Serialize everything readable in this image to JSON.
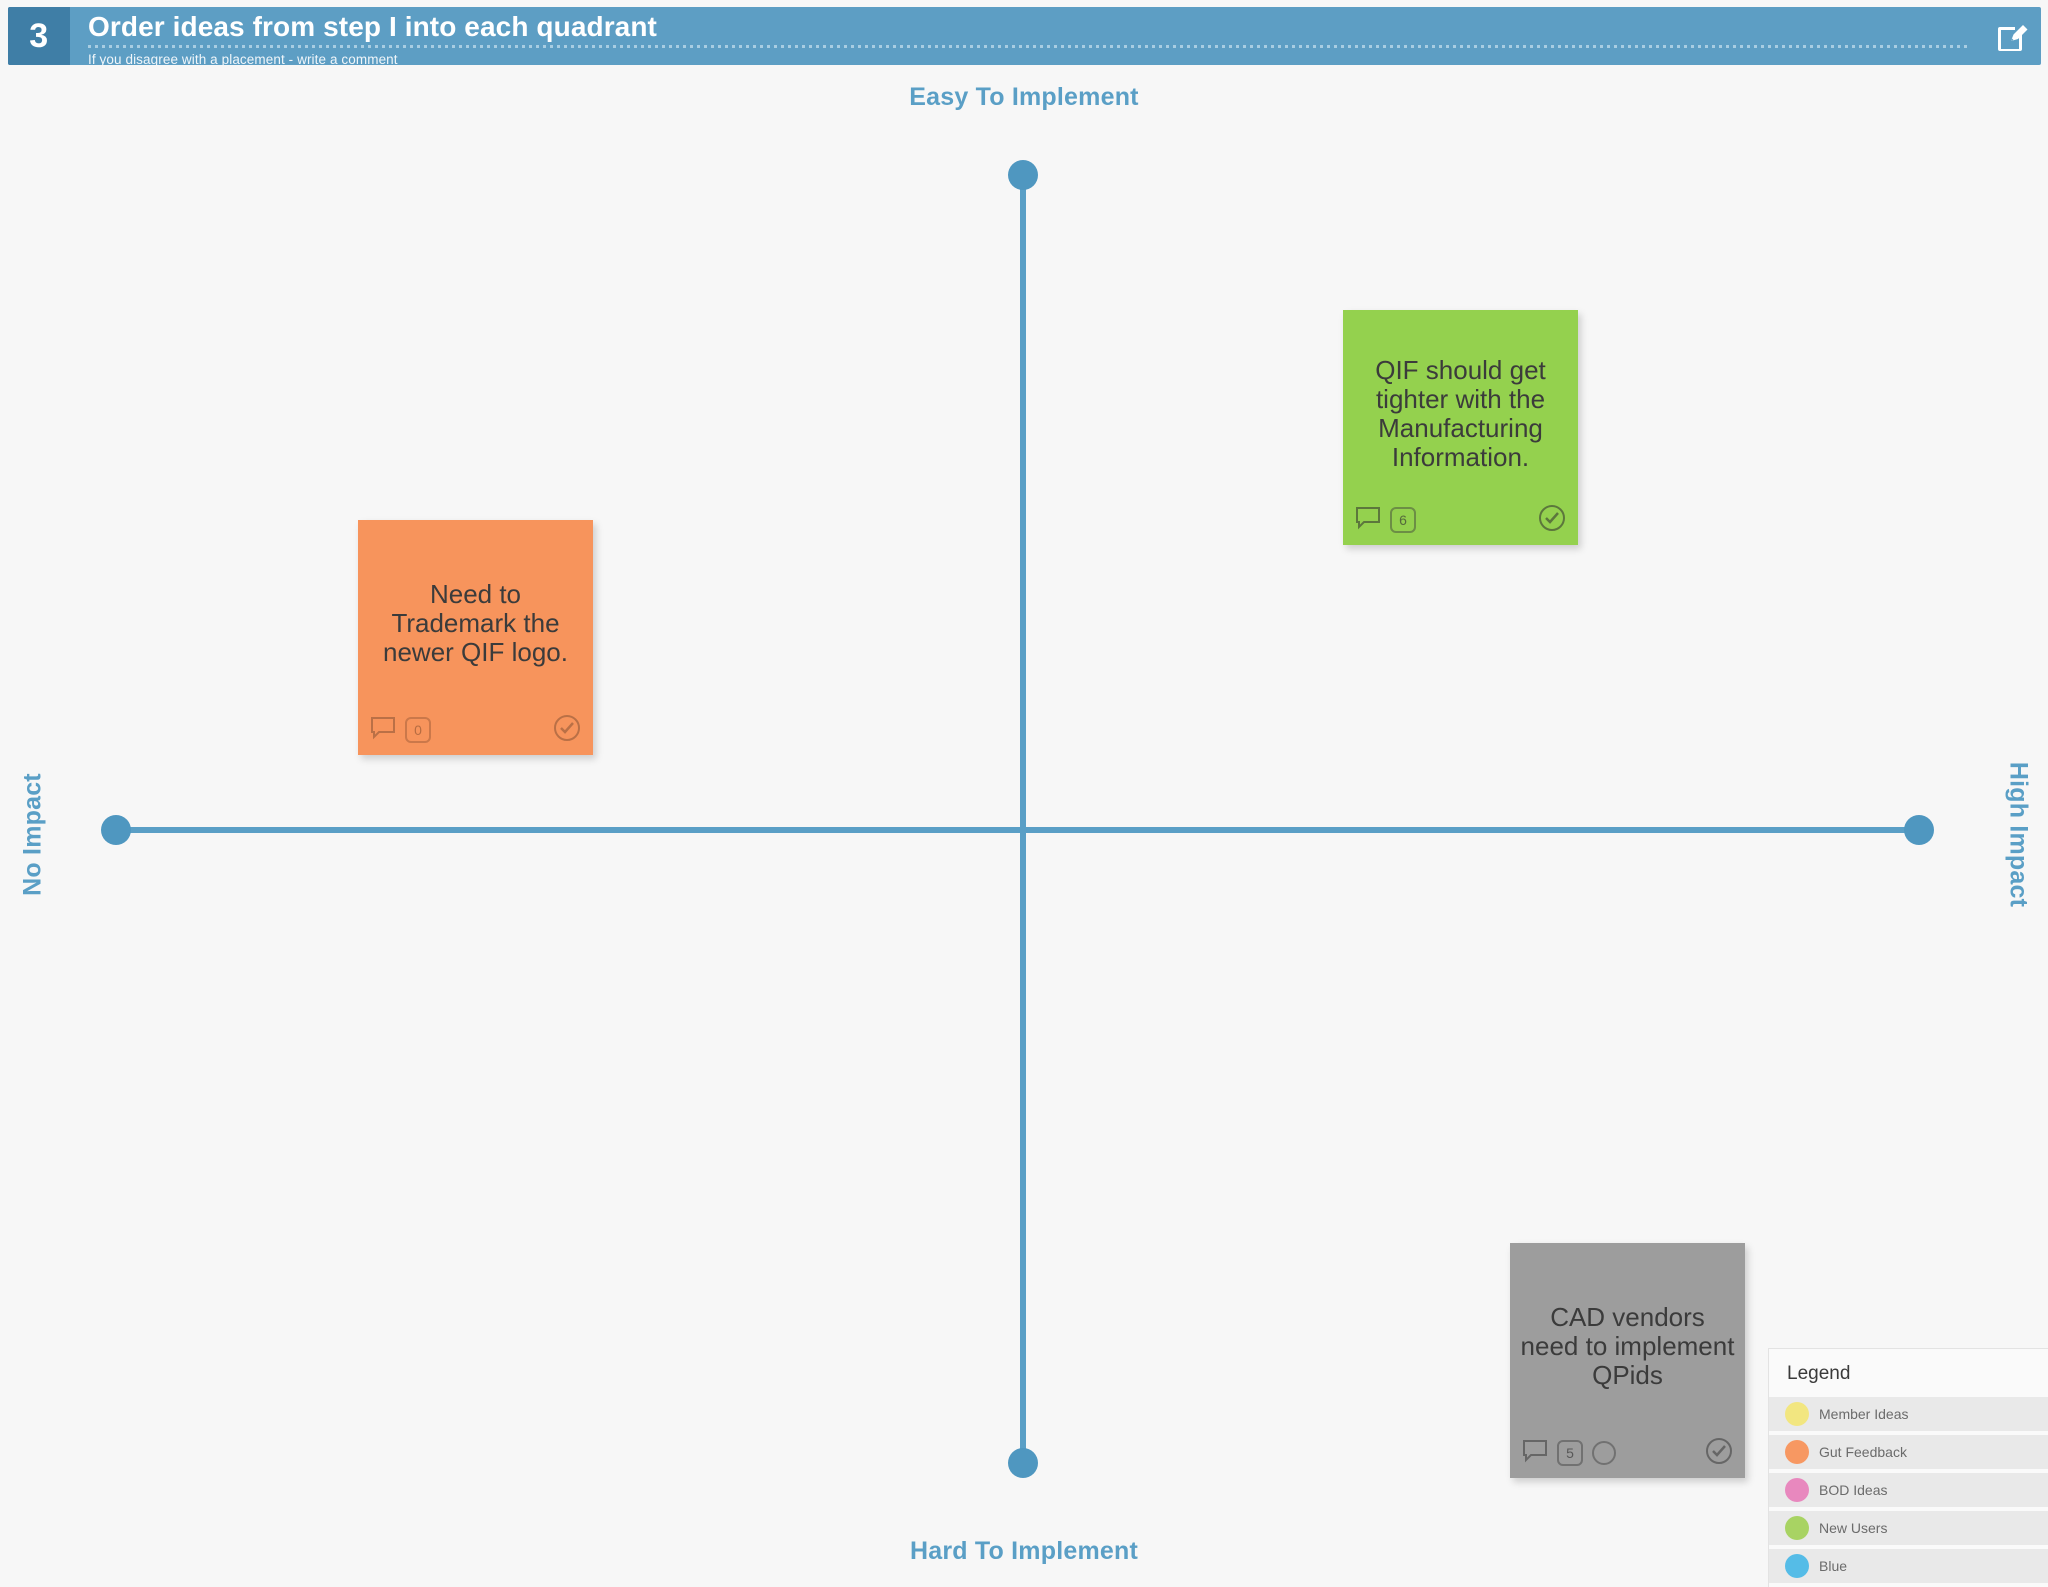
{
  "header": {
    "step_number": "3",
    "title": "Order ideas from step I into each quadrant",
    "subtitle": "If you disagree with a placement - write a comment",
    "edit_icon": "edit-pencil-square-icon",
    "bar_color": "#5d9ec4",
    "number_color": "#3f7ea6"
  },
  "matrix": {
    "axis_color": "#5a9fc6",
    "labels": {
      "top": "Easy To Implement",
      "bottom": "Hard To Implement",
      "left": "No Impact",
      "right": "High Impact"
    }
  },
  "notes": [
    {
      "id": "note-trademark",
      "text": "Need to Trademark the newer QIF logo.",
      "color": "#f7945c",
      "color_name": "Gut Feedback",
      "comment_count": "0",
      "has_vote_circle": false,
      "check_icon": "check-circle-icon",
      "comment_icon": "comment-bubble-icon",
      "quadrant": "easy-low-impact"
    },
    {
      "id": "note-qif-manufacturing",
      "text": "QIF should get tighter with the Manufacturing Information.",
      "color": "#94d14e",
      "color_name": "New Users",
      "comment_count": "6",
      "has_vote_circle": false,
      "check_icon": "check-circle-icon",
      "comment_icon": "comment-bubble-icon",
      "quadrant": "easy-high-impact"
    },
    {
      "id": "note-cad-vendors",
      "text": "CAD vendors need to implement QPids",
      "color": "#9d9d9d",
      "color_name": "Unassigned",
      "comment_count": "5",
      "has_vote_circle": true,
      "check_icon": "check-circle-icon",
      "comment_icon": "comment-bubble-icon",
      "quadrant": "hard-high-impact"
    }
  ],
  "legend": {
    "title": "Legend",
    "items": [
      {
        "label": "Member Ideas",
        "color": "#f2e680"
      },
      {
        "label": "Gut Feedback",
        "color": "#f79862"
      },
      {
        "label": "BOD Ideas",
        "color": "#e888be"
      },
      {
        "label": "New Users",
        "color": "#a8d363"
      },
      {
        "label": "Blue",
        "color": "#55bce7"
      }
    ]
  }
}
